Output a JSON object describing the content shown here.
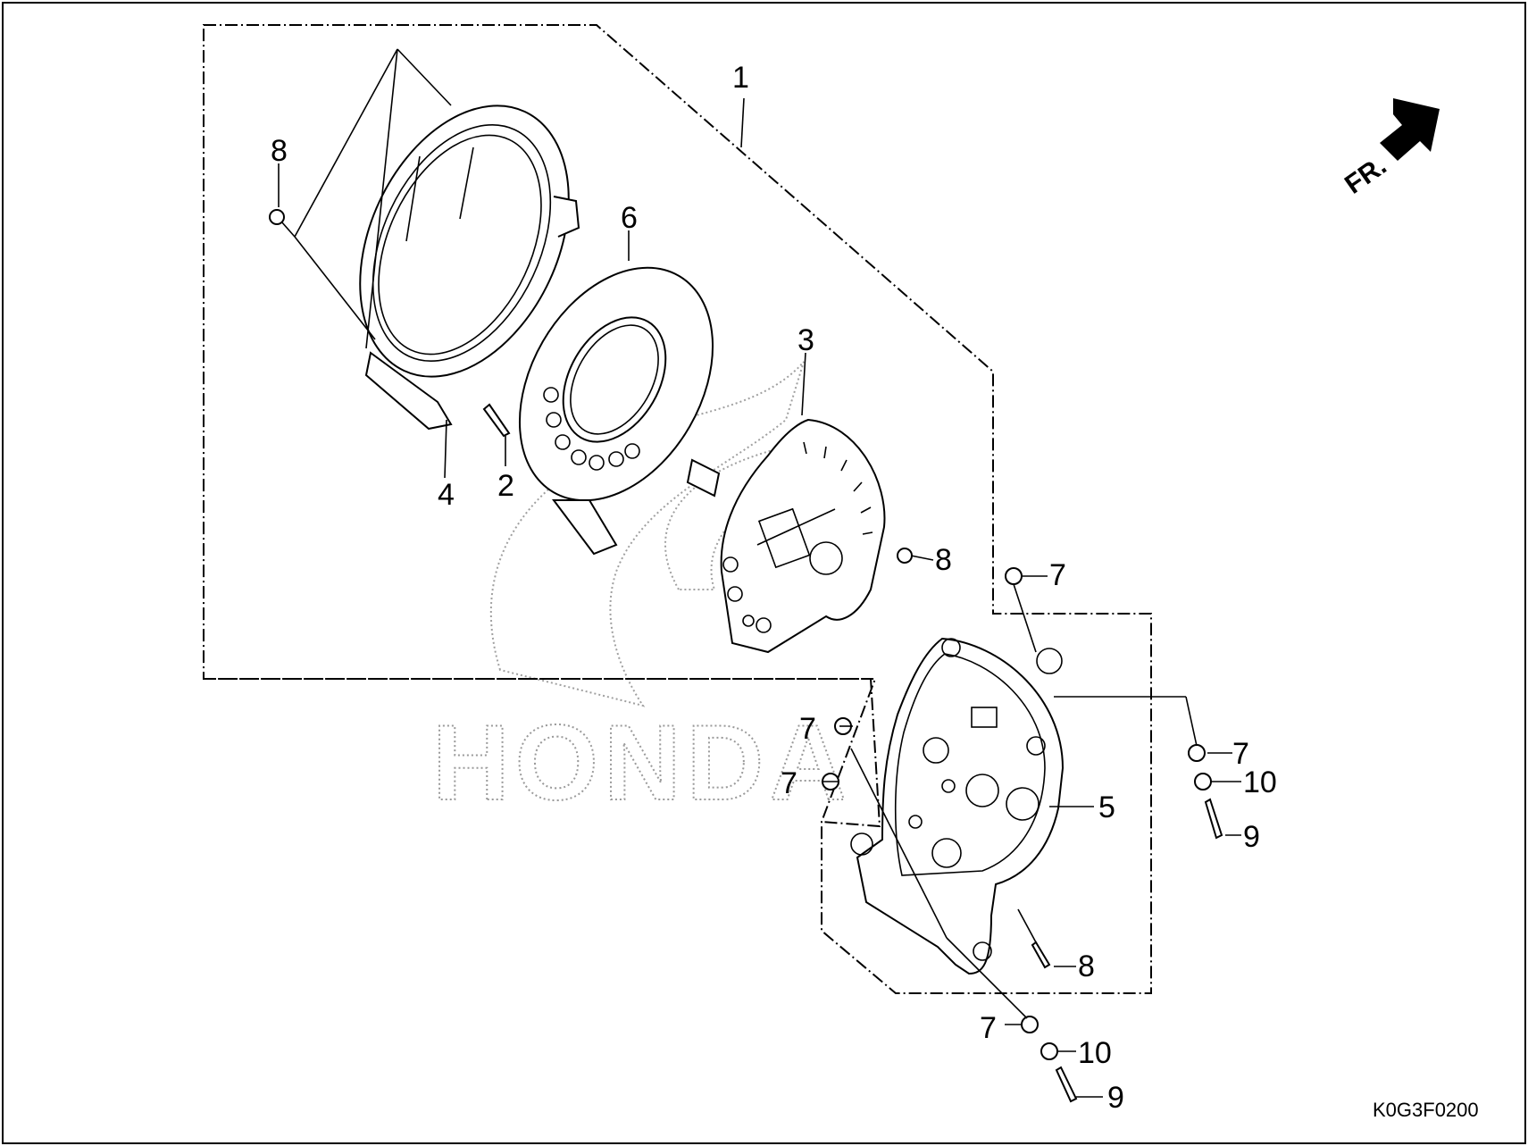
{
  "diagram": {
    "part_code": "K0G3F0200",
    "direction_label": "FR.",
    "watermark": "HONDA",
    "callouts": [
      {
        "id": "c1",
        "label": "1"
      },
      {
        "id": "c2",
        "label": "2"
      },
      {
        "id": "c3",
        "label": "3"
      },
      {
        "id": "c4",
        "label": "4"
      },
      {
        "id": "c5",
        "label": "5"
      },
      {
        "id": "c6",
        "label": "6"
      },
      {
        "id": "c7a",
        "label": "7"
      },
      {
        "id": "c7b",
        "label": "7"
      },
      {
        "id": "c7c",
        "label": "7"
      },
      {
        "id": "c7d",
        "label": "7"
      },
      {
        "id": "c7e",
        "label": "7"
      },
      {
        "id": "c8a",
        "label": "8"
      },
      {
        "id": "c8b",
        "label": "8"
      },
      {
        "id": "c8c",
        "label": "8"
      },
      {
        "id": "c9a",
        "label": "9"
      },
      {
        "id": "c9b",
        "label": "9"
      },
      {
        "id": "c10a",
        "label": "10"
      },
      {
        "id": "c10b",
        "label": "10"
      }
    ]
  }
}
